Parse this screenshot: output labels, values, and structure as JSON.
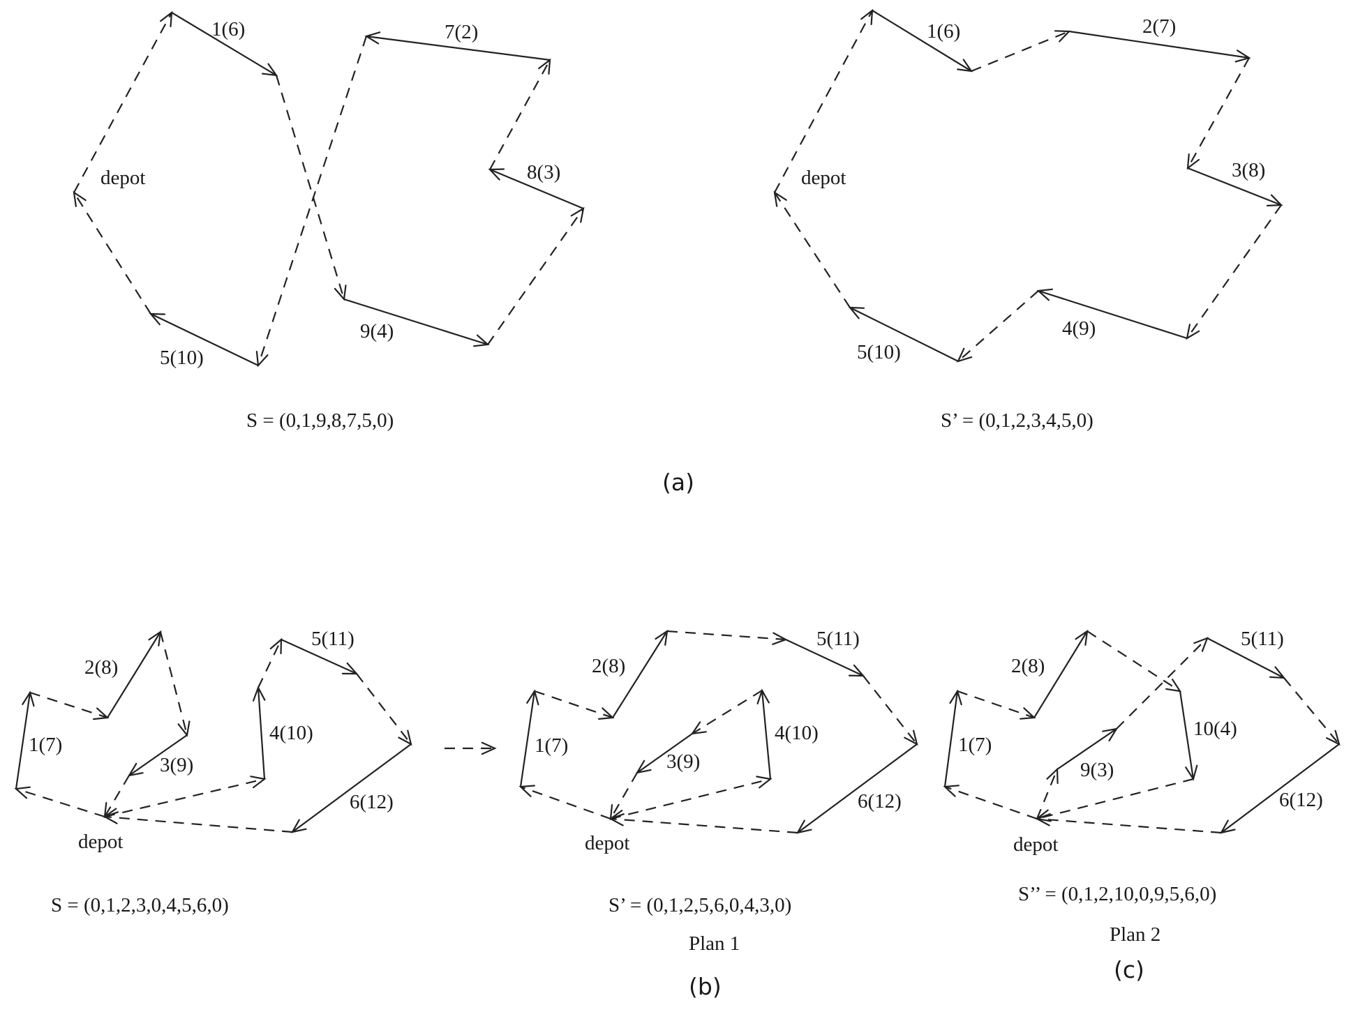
{
  "figure": {
    "panel_a": {
      "left": {
        "depot": "depot",
        "edge_labels": [
          "1(6)",
          "7(2)",
          "8(3)",
          "9(4)",
          "5(10)"
        ],
        "route": "S = (0,1,9,8,7,5,0)"
      },
      "right": {
        "depot": "depot",
        "edge_labels": [
          "1(6)",
          "2(7)",
          "3(8)",
          "4(9)",
          "5(10)"
        ],
        "route": "S’ = (0,1,2,3,4,5,0)"
      },
      "caption": "(a)"
    },
    "panel_b": {
      "left": {
        "depot": "depot",
        "edge_labels": [
          "2(8)",
          "1(7)",
          "3(9)",
          "5(11)",
          "4(10)",
          "6(12)"
        ],
        "route": "S = (0,1,2,3,0,4,5,6,0)"
      },
      "right": {
        "depot": "depot",
        "edge_labels": [
          "2(8)",
          "1(7)",
          "3(9)",
          "5(11)",
          "4(10)",
          "6(12)"
        ],
        "route": "S’ = (0,1,2,5,6,0,4,3,0)",
        "plan": "Plan 1"
      },
      "caption": "(b)"
    },
    "panel_c": {
      "depot": "depot",
      "edge_labels": [
        "2(8)",
        "1(7)",
        "9(3)",
        "5(11)",
        "10(4)",
        "6(12)"
      ],
      "route": "S’’ = (0,1,2,10,0,9,5,6,0)",
      "plan": "Plan 2",
      "caption": "(c)"
    }
  }
}
